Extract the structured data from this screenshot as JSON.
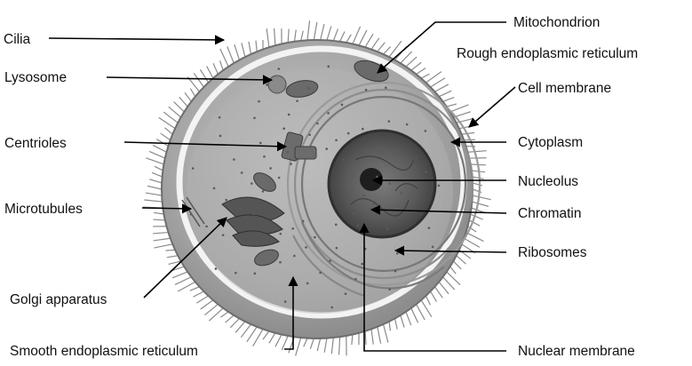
{
  "labels": {
    "cilia": "Cilia",
    "lysosome": "Lysosome",
    "centrioles": "Centrioles",
    "microtubules": "Microtubules",
    "golgi_apparatus": "Golgi apparatus",
    "smooth_er": "Smooth endoplasmic reticulum",
    "mitochondrion": "Mitochondrion",
    "rough_er": "Rough endoplasmic reticulum",
    "cell_membrane": "Cell membrane",
    "cytoplasm": "Cytoplasm",
    "nucleolus": "Nucleolus",
    "chromatin": "Chromatin",
    "ribosomes": "Ribosomes",
    "nuclear_membrane": "Nuclear membrane"
  },
  "colors": {
    "background": "#ffffff",
    "text": "#111111",
    "leader_line": "#000000",
    "cell_body": "#a9a9a9",
    "nucleus": "#5f5f5f",
    "nucleolus": "#1e1e1e",
    "membrane": "#f2f2f2"
  }
}
